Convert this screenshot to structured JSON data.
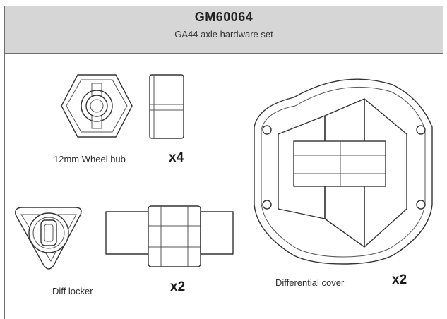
{
  "header": {
    "part_code": "GM60064",
    "description": "GA44 axle hardware set"
  },
  "parts": [
    {
      "label": "12mm Wheel hub",
      "qty": "x4",
      "icon": "wheel-hub"
    },
    {
      "label": "Diff locker",
      "qty": "x2",
      "icon": "diff-locker"
    },
    {
      "label": "Differential cover",
      "qty": "x2",
      "icon": "differential-cover"
    }
  ],
  "colors": {
    "header_bg": "#d6d6d6",
    "border": "#6e6e6e",
    "line": "#333333"
  }
}
